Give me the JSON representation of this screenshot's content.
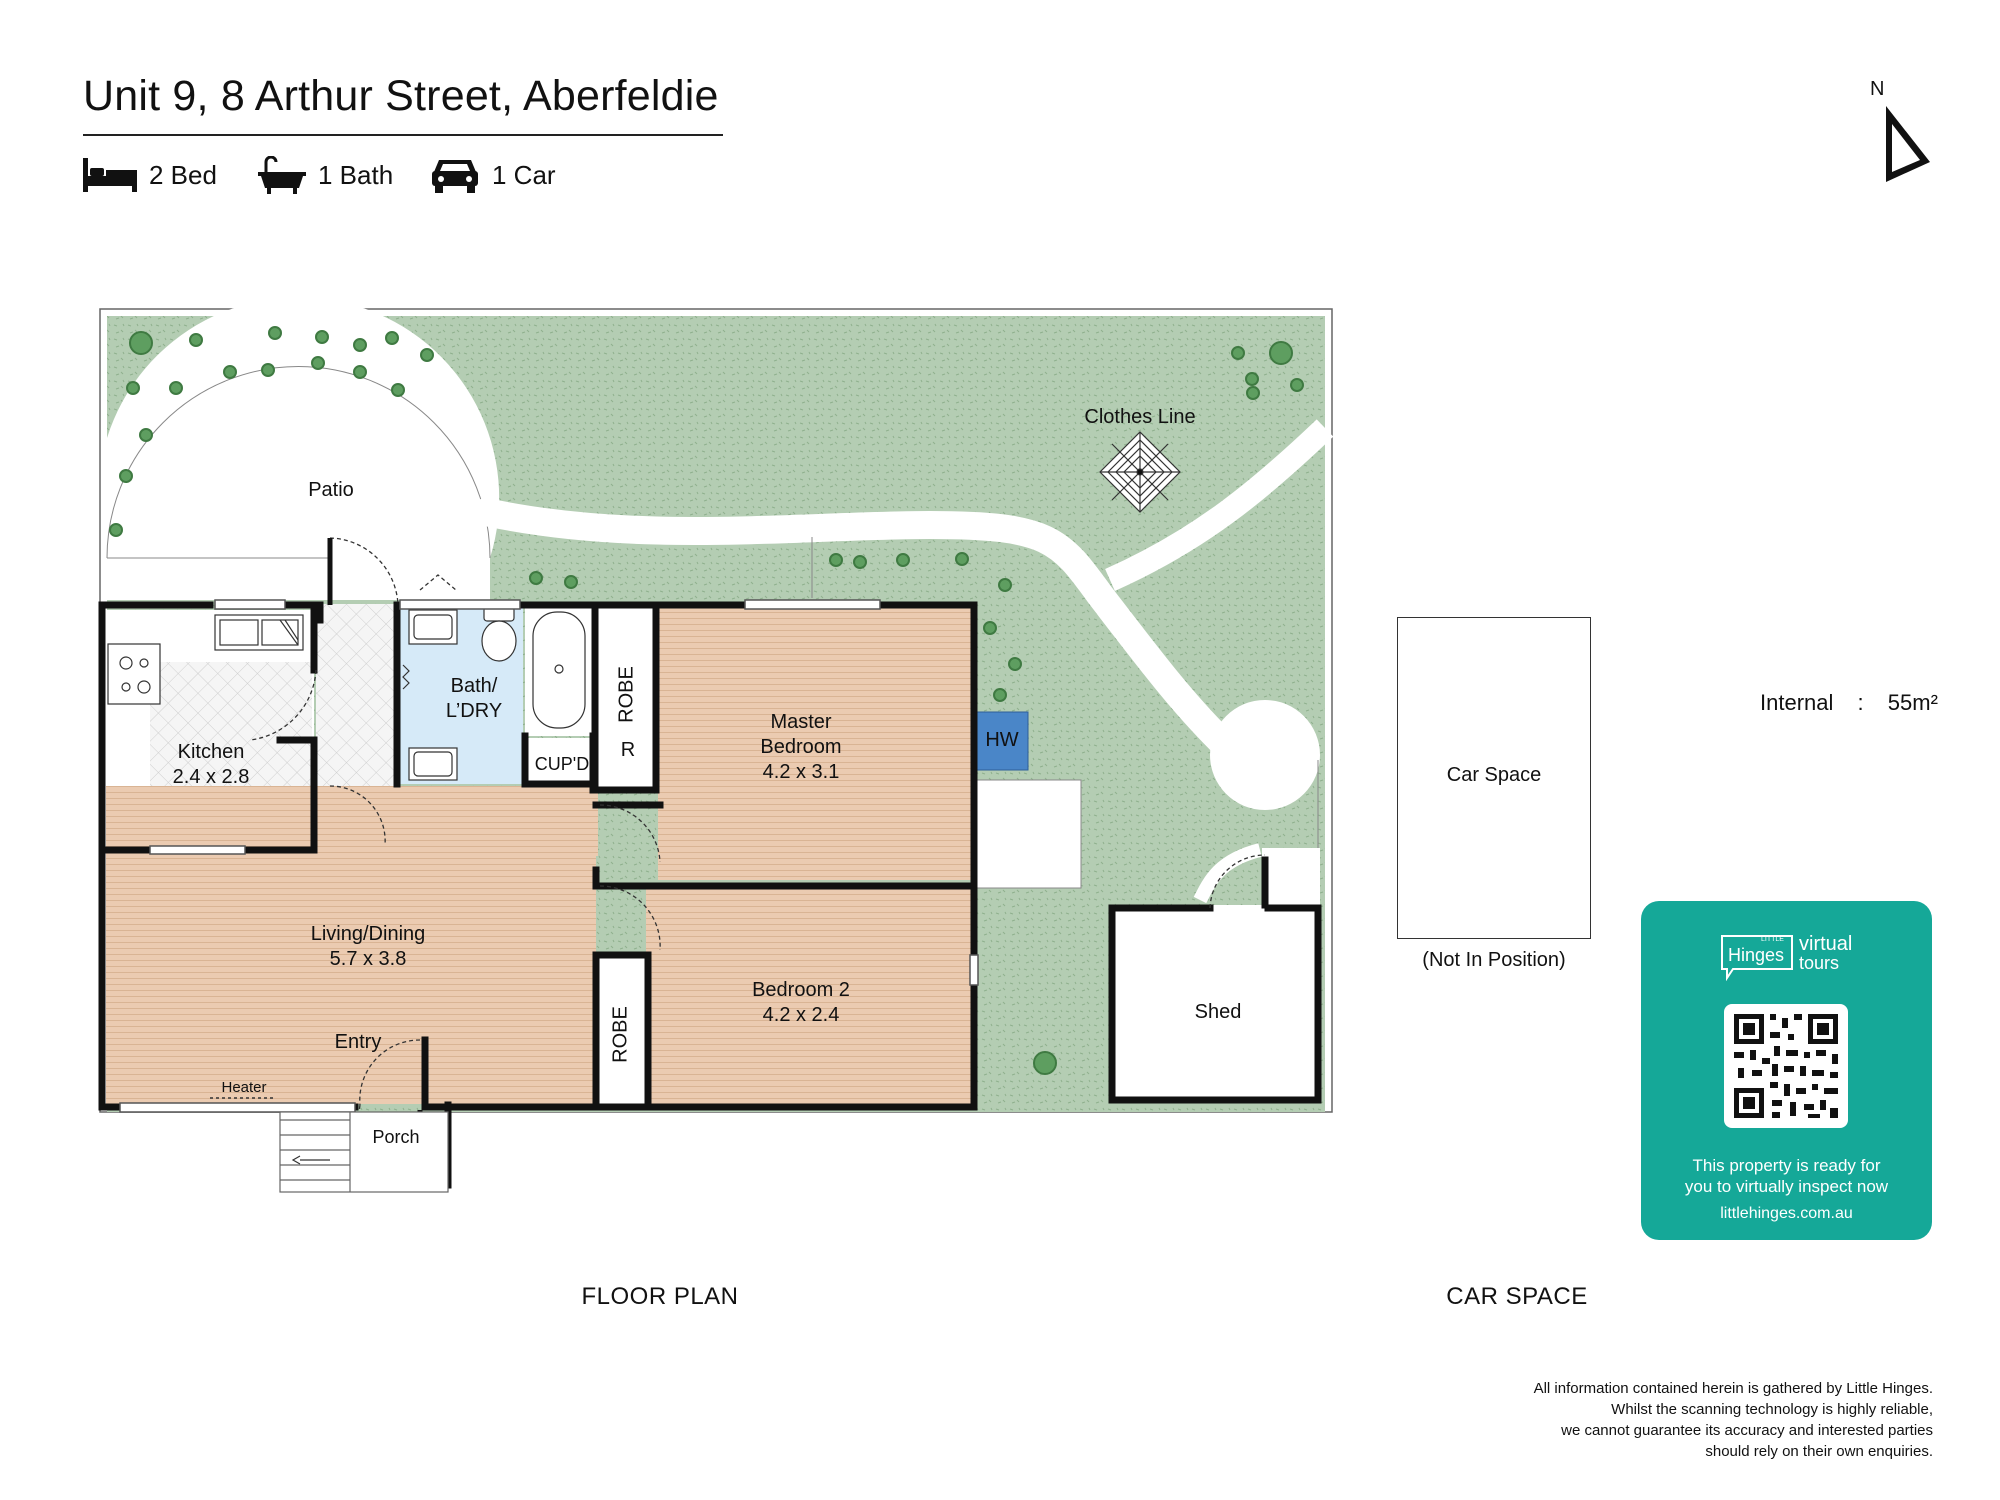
{
  "header": {
    "title": "Unit 9, 8 Arthur Street, Aberfeldie",
    "beds": "2 Bed",
    "baths": "1 Bath",
    "cars": "1 Car",
    "north": "N"
  },
  "rooms": {
    "patio": "Patio",
    "clothes_line": "Clothes Line",
    "bath_line1": "Bath/",
    "bath_line2": "L’DRY",
    "robe_master": "ROBE",
    "robe_r": "R",
    "cupd": "CUP'D",
    "kitchen": "Kitchen",
    "kitchen_dim": "2.4 x 2.8",
    "master_line1": "Master",
    "master_line2": "Bedroom",
    "master_dim": "4.2 x 3.1",
    "hw": "HW",
    "living": "Living/Dining",
    "living_dim": "5.7 x 3.8",
    "bedroom2": "Bedroom 2",
    "bedroom2_dim": "4.2 x 2.4",
    "robe_bed2": "ROBE",
    "entry": "Entry",
    "heater": "Heater",
    "porch": "Porch",
    "shed": "Shed"
  },
  "area": {
    "label": "Internal",
    "separator": ":",
    "value": "55m²"
  },
  "car_space": {
    "label": "Car Space",
    "note": "(Not In Position)"
  },
  "sections": {
    "floor_plan": "FLOOR PLAN",
    "car_space": "CAR SPACE"
  },
  "badge": {
    "brand_small": "LITTLE",
    "brand": "Hinges",
    "virtual": "virtual",
    "tours": "tours",
    "line1": "This property is ready for",
    "line2": "you to virtually inspect now",
    "url": "littlehinges.com.au"
  },
  "disclaimer": [
    "All information contained herein is gathered by Little Hinges.",
    "Whilst the scanning technology is highly reliable,",
    "we cannot guarantee its accuracy and interested parties",
    "should rely on their own enquiries."
  ],
  "colors": {
    "garden": "#b4cdb3",
    "timber": "#ebcbb1",
    "wet_area": "#d6eaf8",
    "hot_water": "#4a86c8",
    "badge": "#15a898",
    "wall": "#111111"
  }
}
